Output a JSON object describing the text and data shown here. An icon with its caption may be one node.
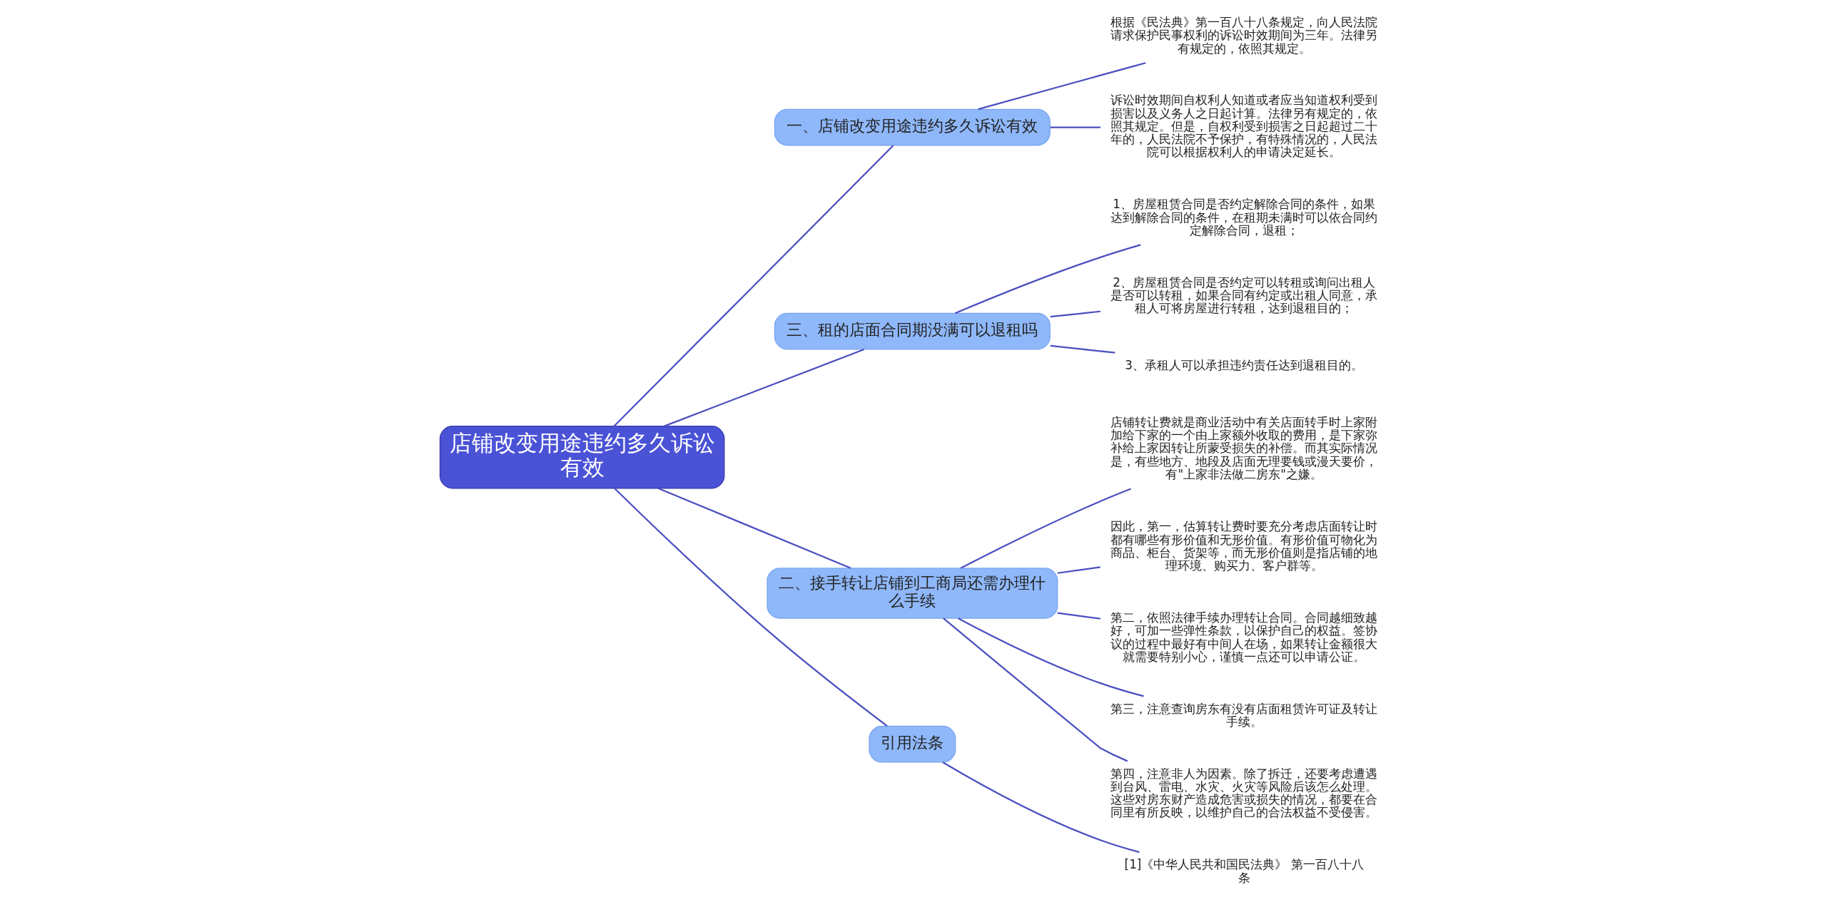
{
  "diagram": {
    "nodes": [
      {
        "text": [
          "店铺改变用途违约多久诉讼有效"
        ]
      },
      {
        "text": [
          "一、店铺改变用途违约多久诉讼有效"
        ]
      },
      {
        "text": [
          "根据《民法典》第一百八十八条规定，向人民法院请求保护民事权利的诉讼时效期间为三年。法律另有规定的，依照其规定。"
        ]
      },
      {
        "text": [
          "诉讼时效期间自权利人知道或者应当知道权利受到损害以及义务人之日起计算。法律另有规定的，依照其规定。但是，自权利受到损害之日起超过二十年的，人民法院不予保护，有特殊情况的，人民法院可以根据权利人的申请决定延长。"
        ]
      },
      {
        "text": [
          "三、租的店面合同期没满可以退租吗"
        ]
      },
      {
        "text": [
          "1、房屋租赁合同是否约定解除合同的条件，如果达到解除合同的条件，在租期未满时可以依合同约定解除合同，退租；"
        ]
      },
      {
        "text": [
          "2、房屋租赁合同是否约定可以转租或询问出租人是否可以转租，如果合同有约定或出租人同意，承租人可将房屋进行转租，达到退租目的；"
        ]
      },
      {
        "text": [
          "3、承租人可以承担违约责任达到退租目的。"
        ]
      },
      {
        "text": [
          "二、接手转让店铺到工商局还需办理什么手续"
        ]
      },
      {
        "text": [
          "店铺转让费就是商业活动中有关店面转手时上家附加给下家的一个由上家额外收取的费用，是下家弥补给上家因转让所蒙受损失的补偿。而其实际情况是，有些地方、地段及店面无理要钱或漫天要价，有\"上家非法做二房东\"之嫌。"
        ]
      },
      {
        "text": [
          "因此，第一，估算转让费时要充分考虑店面转让时都有哪些有形价值和无形价值。有形价值可物化为商品、柜台、货架等，而无形价值则是指店铺的地理环境、购买力、客户群等。"
        ]
      },
      {
        "text": [
          "第二，依照法律手续办理转让合同。合同越细致越好，可加一些弹性条款，以保护自己的权益。签协议的过程中最好有中间人在场，如果转让金额很大就需要特别小心，谨慎一点还可以申请公证。"
        ]
      },
      {
        "text": [
          "第三，注意查询房东有没有店面租赁许可证及转让手续。"
        ]
      },
      {
        "text": [
          "第四，注意非人为因素。除了拆迁，还要考虑遭遇到台风、雷电、水灾、火灾等风险后该怎么处理。这些对房东财产造成危害或损失的情况，都要在合同里有所反映，以维护自己的合法权益不受侵害。"
        ]
      },
      {
        "text": [
          "引用法条"
        ]
      },
      {
        "text": [
          "[1]《中华人民共和国民法典》 第一百八十八条"
        ]
      }
    ],
    "edges": [
      {
        "from": 0,
        "to": 1,
        "arrow": "none"
      },
      {
        "from": 1,
        "to": 2,
        "arrow": "none"
      },
      {
        "from": 1,
        "to": 3,
        "arrow": "none"
      },
      {
        "from": 0,
        "to": 4,
        "arrow": "none"
      },
      {
        "from": 4,
        "to": 5,
        "arrow": "none"
      },
      {
        "from": 4,
        "to": 6,
        "arrow": "none"
      },
      {
        "from": 4,
        "to": 7,
        "arrow": "none"
      },
      {
        "from": 0,
        "to": 8,
        "arrow": "none"
      },
      {
        "from": 8,
        "to": 9,
        "arrow": "none"
      },
      {
        "from": 8,
        "to": 10,
        "arrow": "none"
      },
      {
        "from": 8,
        "to": 11,
        "arrow": "none"
      },
      {
        "from": 8,
        "to": 12,
        "arrow": "none"
      },
      {
        "from": 8,
        "to": 13,
        "arrow": "none"
      },
      {
        "from": 0,
        "to": 14,
        "arrow": "none"
      },
      {
        "from": 14,
        "to": 15,
        "arrow": "none"
      }
    ]
  }
}
